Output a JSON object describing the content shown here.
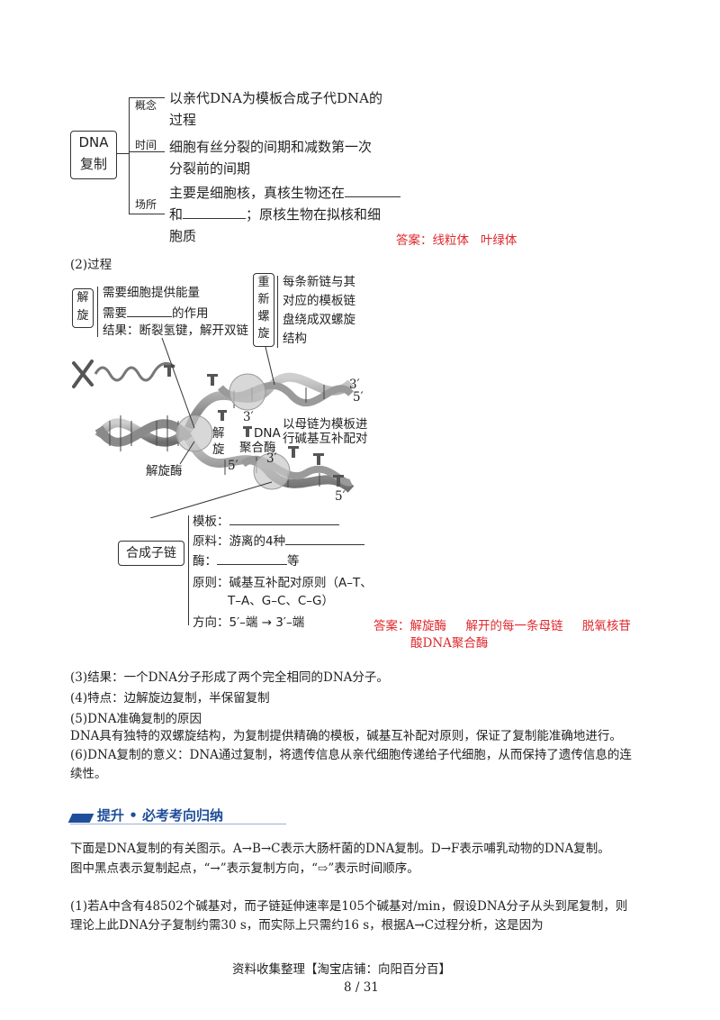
{
  "concept_map": {
    "center": [
      "DNA",
      "复制"
    ],
    "branches": [
      {
        "label": "概念",
        "lines": [
          "以亲代DNA为模板合成子代DNA的",
          "过程"
        ]
      },
      {
        "label": "时间",
        "lines": [
          "细胞有丝分裂的间期和减数第一次",
          "分裂前的间期"
        ]
      },
      {
        "label": "场所",
        "lines": [
          "主要是细胞核，真核生物还在",
          "和",
          "；原核生物在拟核和细",
          "胞质"
        ]
      }
    ],
    "answer": "答案：线粒体   叶绿体"
  },
  "process": {
    "heading": "(2)过程",
    "unwind_box": {
      "title": [
        "解",
        "旋"
      ],
      "lines": [
        "需要细胞提供能量",
        "需要",
        "的作用",
        "结果：断裂氢键，解开双链"
      ]
    },
    "rewind_box": {
      "title": [
        "重",
        "新",
        "螺",
        "旋"
      ],
      "lines": [
        "每条新链与其",
        "对应的模板链",
        "盘绕成双螺旋",
        "结构"
      ]
    },
    "diagram_labels": {
      "p3_top": "3′",
      "p5_top": "5′",
      "p3_mid": "3′",
      "p5_mid": "5′",
      "p3_mid2": "3′",
      "p5_bot": "5′",
      "unwind": [
        "解",
        "旋"
      ],
      "polymerase": [
        "DNA",
        "聚合酶"
      ],
      "helicase": "解旋酶",
      "template_note": [
        "以母链为模板进",
        "行碱基互补配对"
      ]
    },
    "synth_box": {
      "title": "合成子链",
      "template": "模板：",
      "material": "原料：游离的4种",
      "enzyme": "酶：",
      "enzyme_suffix": "等",
      "principle": [
        "原则：碱基互补配对原则（A–T、",
        "T–A、G–C、C–G）"
      ],
      "direction": "方向：5′–端 → 3′–端"
    },
    "answer": [
      "答案：解旋酶     解开的每一条母链     脱氧核苷",
      "酸DNA聚合酶"
    ]
  },
  "results": [
    "(3)结果：一个DNA分子形成了两个完全相同的DNA分子。",
    "(4)特点：边解旋边复制，半保留复制",
    "(5)DNA准确复制的原因",
    "DNA具有独特的双螺旋结构，为复制提供精确的模板，碱基互补配对原则，保证了复制能准确地进行。",
    "(6)DNA复制的意义：DNA通过复制，将遗传信息从亲代细胞传递给子代细胞，从而保持了遗传信息的连",
    "续性。"
  ],
  "section_title": "提升 • 必考考向归纳",
  "intro": [
    "下面是DNA复制的有关图示。A→B→C表示大肠杆菌的DNA复制。D→F表示哺乳动物的DNA复制。",
    "图中黑点表示复制起点，“→”表示复制方向，“⇨”表示时间顺序。"
  ],
  "question": [
    "(1)若A中含有48502个碱基对，而子链延伸速率是105个碱基对/min，假设DNA分子从头到尾复制，则",
    "理论上此DNA分子复制约需30 s，而实际上只需约16 s，根据A→C过程分析，这是因为"
  ],
  "footer": {
    "source": "资料收集整理【淘宝店铺：向阳百分百】",
    "page": "8 / 31"
  },
  "colors": {
    "answer": "#e0282e",
    "section_bar": "#1f4e9a",
    "section_title": "#1f4e9a"
  }
}
